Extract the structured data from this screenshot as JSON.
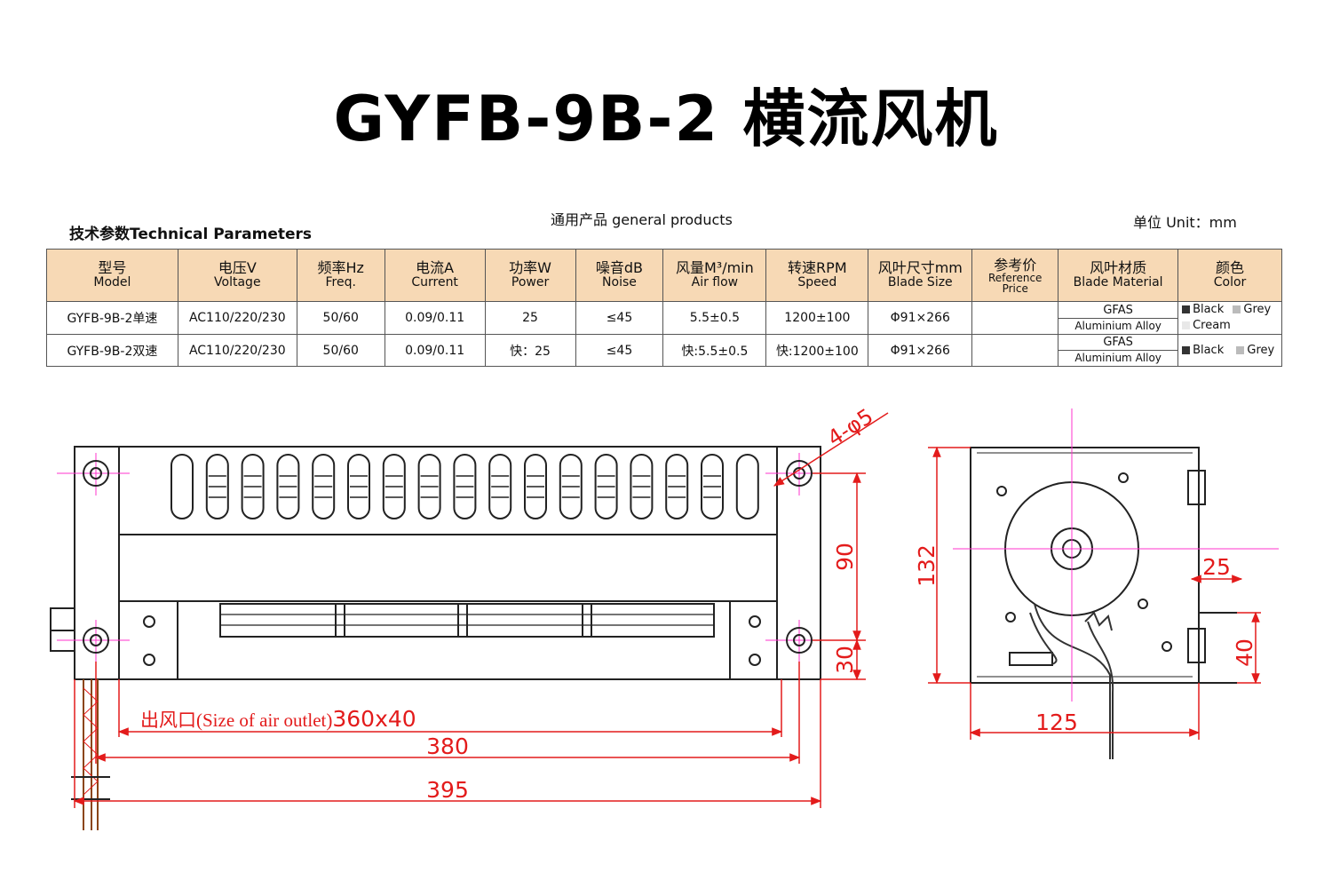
{
  "title": "GYFB-9B-2 横流风机",
  "section_label": "技术参数Technical Parameters",
  "general_label": "通用产品 general products",
  "unit_label": "单位 Unit：mm",
  "table": {
    "headers": [
      {
        "cn": "型号",
        "en": "Model"
      },
      {
        "cn": "电压V",
        "en": "Voltage"
      },
      {
        "cn": "频率Hz",
        "en": "Freq."
      },
      {
        "cn": "电流A",
        "en": "Current"
      },
      {
        "cn": "功率W",
        "en": "Power"
      },
      {
        "cn": "噪音dB",
        "en": "Noise"
      },
      {
        "cn": "风量M³/min",
        "en": "Air flow"
      },
      {
        "cn": "转速RPM",
        "en": "Speed"
      },
      {
        "cn": "风叶尺寸mm",
        "en": "Blade Size"
      },
      {
        "cn": "参考价",
        "en": "Reference Price"
      },
      {
        "cn": "风叶材质",
        "en": "Blade Material"
      },
      {
        "cn": "颜色",
        "en": "Color"
      }
    ],
    "rows": [
      {
        "model": "GYFB-9B-2单速",
        "voltage": "AC110/220/230",
        "freq": "50/60",
        "current": "0.09/0.11",
        "power": "25",
        "noise": "≤45",
        "airflow": "5.5±0.5",
        "speed": "1200±100",
        "blade": "Φ91×266",
        "price": "",
        "mat1": "GFAS",
        "mat2": "Aluminium Alloy",
        "colors": [
          "Black",
          "Grey",
          "Cream"
        ]
      },
      {
        "model": "GYFB-9B-2双速",
        "voltage": "AC110/220/230",
        "freq": "50/60",
        "current": "0.09/0.11",
        "power": "快：25",
        "noise": "≤45",
        "airflow": "快:5.5±0.5",
        "speed": "快:1200±100",
        "blade": "Φ91×266",
        "price": "",
        "mat1": "GFAS",
        "mat2": "Aluminium Alloy",
        "colors": [
          "Black",
          "Grey"
        ]
      }
    ],
    "swatch_colors": {
      "Black": "#333333",
      "Grey": "#bbbbbb",
      "Cream": "#e8e8e8"
    }
  },
  "drawing": {
    "hole_label": "4-φ5",
    "outlet_label_cn": "出风口(Size of  air outlet)",
    "outlet_value": "360x40",
    "dim_380": "380",
    "dim_395": "395",
    "dim_90": "90",
    "dim_30": "30",
    "dim_132": "132",
    "dim_125": "125",
    "dim_25": "25",
    "dim_40": "40"
  },
  "colors": {
    "header_bg": "#f7d9b5",
    "dimension": "#e31b1b",
    "centerline": "#ff33cc",
    "outline": "#222222"
  }
}
